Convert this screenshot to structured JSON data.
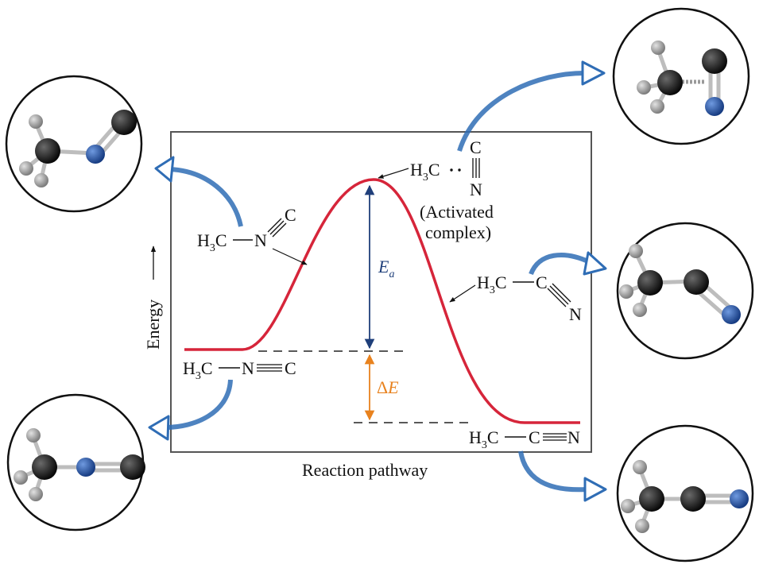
{
  "axes": {
    "y_label": "Energy",
    "x_label": "Reaction pathway"
  },
  "labels": {
    "reactant_top": {
      "pre": "H",
      "sub": "3",
      "mid": "C",
      "atom_n": "N",
      "atom_c": "C"
    },
    "reactant_bottom": {
      "pre": "H",
      "sub": "3",
      "mid": "C",
      "atom_n": "N",
      "atom_c": "C"
    },
    "activated": {
      "pre": "H",
      "sub": "3",
      "mid": "C",
      "atom_c": "C",
      "atom_n": "N",
      "note1": "(Activated",
      "note2": "complex)"
    },
    "product_right": {
      "pre": "H",
      "sub": "3",
      "mid": "C",
      "atom_c": "C",
      "atom_n": "N"
    },
    "product_bottom": {
      "pre": "H",
      "sub": "3",
      "mid": "C",
      "atom_c": "C",
      "atom_n": "N"
    },
    "ea": {
      "main": "E",
      "sub": "a"
    },
    "delta_e": {
      "delta": "Δ",
      "main": "E"
    }
  },
  "colors": {
    "curve": "#d6253a",
    "ea_arrow": "#1f3f7a",
    "delta_arrow": "#e8821e",
    "blue_arrow": "#2f6db5",
    "carbon": "#1a1a1a",
    "nitrogen": "#2356a8",
    "hydrogen": "#9a9a9a",
    "frame": "#555555"
  },
  "molecules": [
    {
      "name": "methyl-isocyanide-bent",
      "icon": "molecule-model-icon"
    },
    {
      "name": "transition-state",
      "icon": "molecule-model-icon"
    },
    {
      "name": "acetonitrile-bent",
      "icon": "molecule-model-icon"
    },
    {
      "name": "methyl-isocyanide-linear",
      "icon": "molecule-model-icon"
    },
    {
      "name": "acetonitrile-linear",
      "icon": "molecule-model-icon"
    }
  ]
}
